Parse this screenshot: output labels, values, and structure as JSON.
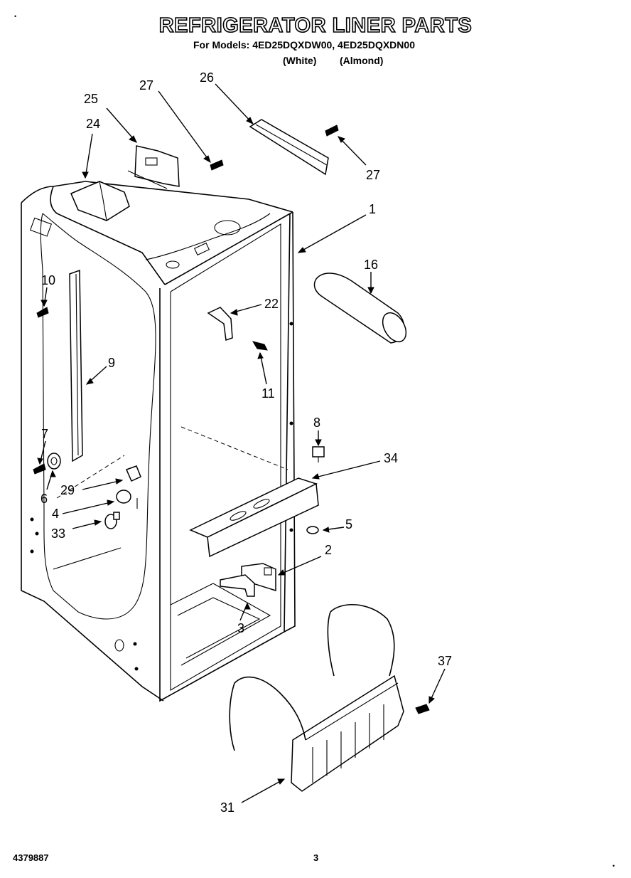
{
  "header": {
    "title": "REFRIGERATOR LINER PARTS",
    "models_line": "For Models: 4ED25DQXDW00, 4ED25DQXDN00",
    "variant_white": "(White)",
    "variant_almond": "(Almond)"
  },
  "footer": {
    "doc_number": "4379887",
    "page_number": "3"
  },
  "corner_marks": [
    "•",
    "•"
  ],
  "callouts": {
    "c25": "25",
    "c27a": "27",
    "c26": "26",
    "c24": "24",
    "c27b": "27",
    "c1": "1",
    "c16": "16",
    "c10": "10",
    "c22": "22",
    "c9": "9",
    "c11": "11",
    "c8": "8",
    "c7": "7",
    "c34": "34",
    "c6": "6",
    "c29": "29",
    "c4": "4",
    "c33": "33",
    "c5": "5",
    "c2": "2",
    "c3": "3",
    "c37": "37",
    "c31": "31"
  }
}
